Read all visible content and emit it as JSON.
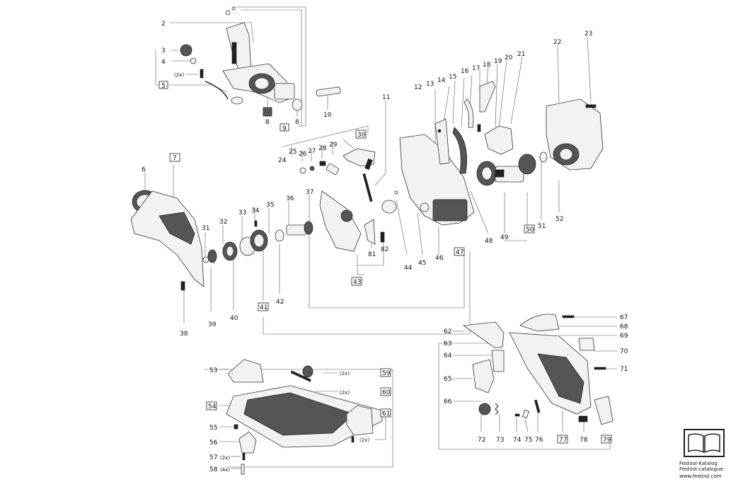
{
  "parts": {
    "p2": "2",
    "p3": "3",
    "p4": "4",
    "p2x": "(2x)",
    "p5": "5",
    "p6": "6",
    "p7": "7",
    "p8a": "8",
    "p8b": "8",
    "p9": "9",
    "p10": "10",
    "p11": "11",
    "p12": "12",
    "p13": "13",
    "p14": "14",
    "p15": "15",
    "p16": "16",
    "p17": "17",
    "p18": "18",
    "p19": "19",
    "p20": "20",
    "p21": "21",
    "p22": "22",
    "p23": "23",
    "p24": "24",
    "p25": "25",
    "p26": "26",
    "p27": "27",
    "p28": "28",
    "p29": "29",
    "p30": "30",
    "p31": "31",
    "p32": "32",
    "p33": "33",
    "p34": "34",
    "p35": "35",
    "p36": "36",
    "p37": "37",
    "p38": "38",
    "p39": "39",
    "p40": "40",
    "p41": "41",
    "p42": "42",
    "p43": "43",
    "p44": "44",
    "p45": "45",
    "p46": "46",
    "p47": "47",
    "p48": "48",
    "p49": "49",
    "p50": "50",
    "p51": "51",
    "p52": "52",
    "p53": "53",
    "p54": "54",
    "p55": "55",
    "p56": "56",
    "p57": "57",
    "p57q": "(2x)",
    "p58": "58",
    "p58q": "(4x)",
    "p59": "59",
    "p59q": "(2x)",
    "p60": "60",
    "p60q": "(2x)",
    "p61": "61",
    "p61q": "(2x)",
    "p62": "62",
    "p63": "63",
    "p64": "64",
    "p65": "65",
    "p66": "66",
    "p67": "67",
    "p68": "68",
    "p69": "69",
    "p70": "70",
    "p71": "71",
    "p72": "72",
    "p73": "73",
    "p74": "74",
    "p75": "75",
    "p76": "76",
    "p77": "77",
    "p78": "78",
    "p79": "79",
    "p81": "81",
    "p82": "82"
  },
  "logo": {
    "line1": "Festool-Katalog",
    "line2": "Festool-catalogue",
    "line3": "www.festool.com",
    "icon": "open-book-icon"
  }
}
